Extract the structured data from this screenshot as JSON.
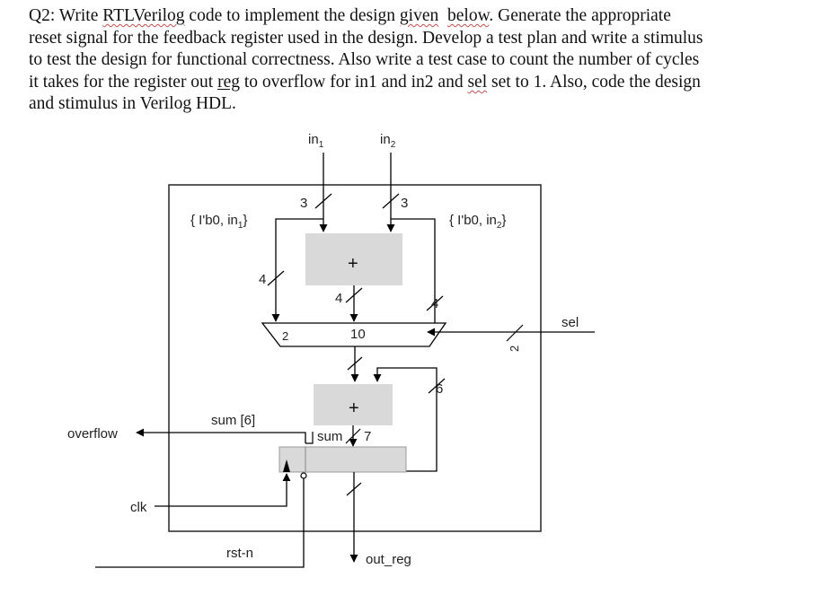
{
  "question": {
    "line1_a": "Q2: Write ",
    "line1_rtl": "RTLVerilog",
    "line1_b": " code to implement the design ",
    "line1_given": "given",
    "line1_c": "  ",
    "line1_below": "below",
    "line1_d": ". Generate the appropriate",
    "line2": "reset signal for the feedback register used in the design. Develop a test plan and write a stimulus",
    "line3": "to test the design for functional correctness. Also write a test case to count the number of cycles",
    "line4_a": "it takes for the register out ",
    "line4_reg": "reg",
    "line4_b": " to overflow for in1 and in2 and ",
    "line4_sel": "sel",
    "line4_c": " set to 1. Also, code the design",
    "line5": "and stimulus in Verilog HDL."
  },
  "diagram": {
    "in1": "in",
    "in1_sub": "1",
    "in2": "in",
    "in2_sub": "2",
    "concat1": "{ I'b0, in",
    "concat1_sub": "1",
    "concat1_end": "}",
    "concat2": "{ I'b0, in",
    "concat2_sub": "2",
    "concat2_end": "}",
    "width_in1": "3",
    "width_in2": "3",
    "width_left": "4",
    "width_adder": "4",
    "width_right": "4",
    "mux_sel_width": "2",
    "mux_const": "10",
    "plus1": "+",
    "plus2": "+",
    "sel_label": "sel",
    "sel_width": "2",
    "feedback_width": "6",
    "sum6_label": "sum [6]",
    "sum_label": "sum",
    "sum_width": "7",
    "overflow_label": "overflow",
    "clk_label": "clk",
    "rst_label": "rst-n",
    "out_label": "out_reg"
  }
}
